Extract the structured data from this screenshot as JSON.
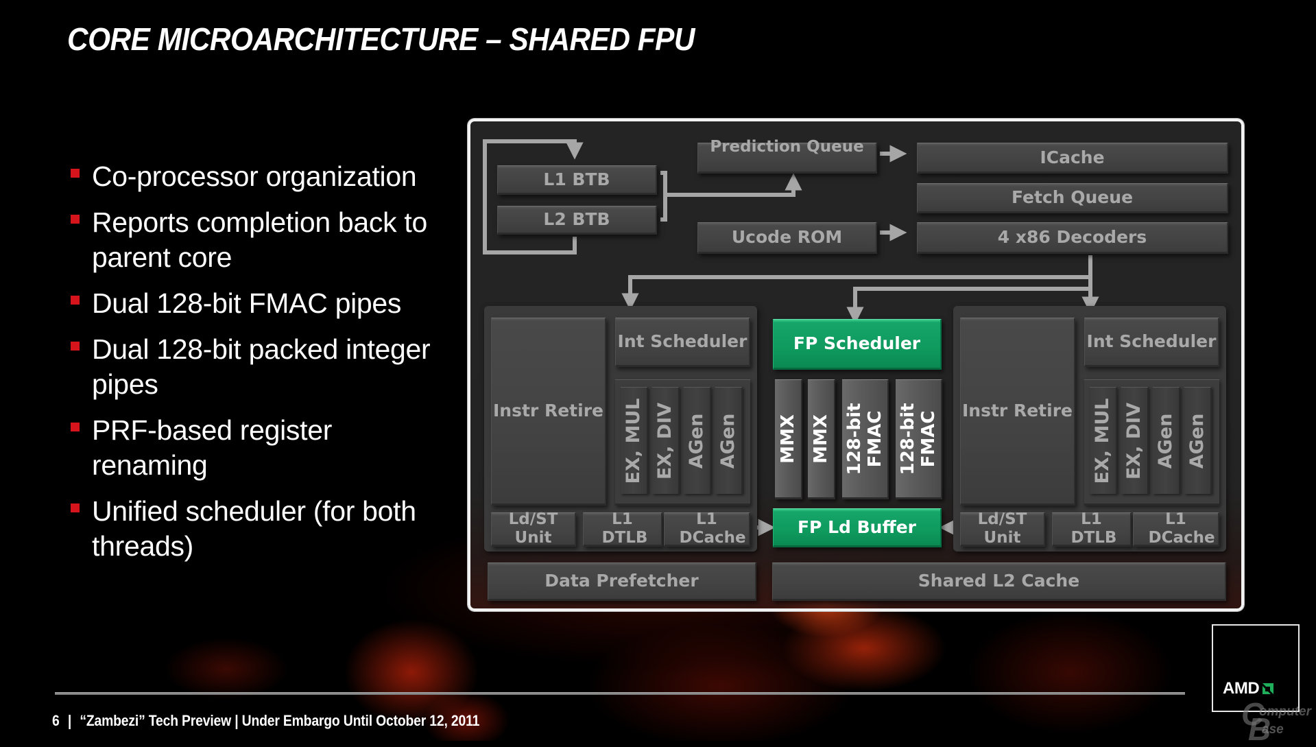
{
  "slide": {
    "title": "CORE MICROARCHITECTURE – SHARED FPU",
    "bullets": [
      "Co-processor organization",
      "Reports completion back to parent core",
      "Dual 128-bit FMAC pipes",
      "Dual 128-bit packed integer pipes",
      "PRF-based register renaming",
      "Unified scheduler (for both threads)"
    ],
    "bullet_color": "#d6141c",
    "footer": {
      "page_number": "6",
      "separator": "|",
      "text": "“Zambezi” Tech Preview | Under Embargo Until October 12, 2011"
    },
    "logo": {
      "text": "AMD",
      "mark_color": "#1fae5a"
    },
    "watermark": {
      "initial_c": "C",
      "initial_b": "B",
      "line1": "omputer",
      "line2": "ase"
    }
  },
  "diagram": {
    "colors": {
      "block": "#444444",
      "block_text": "#a9a9a9",
      "accent_green": "#12a064",
      "panel": "#232323",
      "wire": "#a6a6a6"
    },
    "frontend": {
      "l1_btb": "L1 BTB",
      "l2_btb": "L2 BTB",
      "prediction_queue": "Prediction Queue",
      "ucode_rom": "Ucode ROM",
      "icache": "ICache",
      "fetch_queue": "Fetch Queue",
      "decoders": "4 x86 Decoders"
    },
    "int_core_left": {
      "instr_retire": "Instr Retire",
      "int_scheduler": "Int Scheduler",
      "pipes": [
        "EX, MUL",
        "EX, DIV",
        "AGen",
        "AGen"
      ],
      "ld_st_unit": "Ld/ST Unit",
      "l1_dtlb": "L1 DTLB",
      "l1_dcache": "L1 DCache"
    },
    "int_core_right": {
      "instr_retire": "Instr Retire",
      "int_scheduler": "Int Scheduler",
      "pipes": [
        "EX, MUL",
        "EX, DIV",
        "AGen",
        "AGen"
      ],
      "ld_st_unit": "Ld/ST Unit",
      "l1_dtlb": "L1 DTLB",
      "l1_dcache": "L1 DCache"
    },
    "fpu": {
      "scheduler": "FP Scheduler",
      "pipes": [
        "MMX",
        "MMX",
        "128-bit FMAC",
        "128-bit FMAC"
      ],
      "ld_buffer": "FP Ld Buffer"
    },
    "bottom": {
      "data_prefetcher": "Data Prefetcher",
      "shared_l2": "Shared L2 Cache"
    }
  }
}
